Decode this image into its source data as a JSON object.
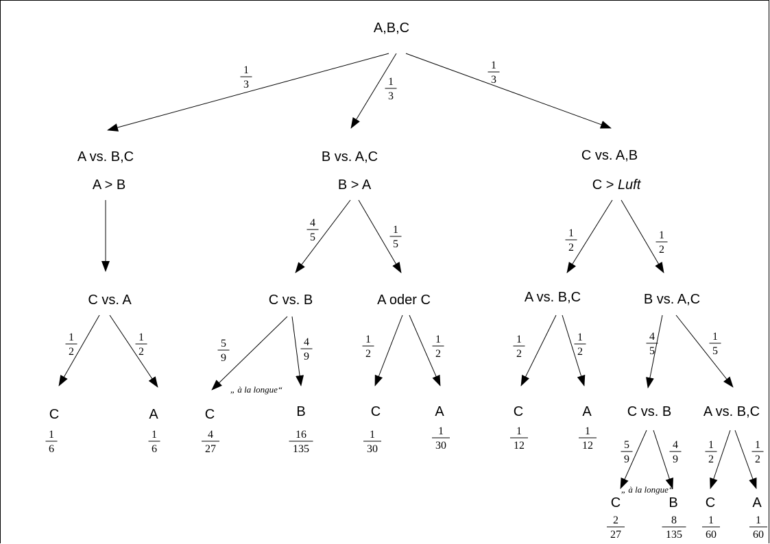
{
  "root": "A,B,C",
  "nodes": {
    "n_a": "A vs. B,C",
    "n_a_rel": "A > B",
    "n_b": "B vs. A,C",
    "n_b_rel": "B > A",
    "n_c": "C vs. A,B",
    "n_c_rel_prefix": "C > ",
    "n_c_rel_italic": "Luft",
    "n_ca": "C vs. A",
    "n_cb1": "C vs. B",
    "n_aoc": "A oder C",
    "n_abc2": "A vs. B,C",
    "n_bac2": "B vs. A,C",
    "n_cb2": "C vs. B",
    "n_abc3": "A vs. B,C"
  },
  "leaves": [
    {
      "label": "C",
      "num": "1",
      "den": "6"
    },
    {
      "label": "A",
      "num": "1",
      "den": "6"
    },
    {
      "label": "C",
      "num": "4",
      "den": "27"
    },
    {
      "label": "B",
      "num": "16",
      "den": "135"
    },
    {
      "label": "C",
      "num": "1",
      "den": "30"
    },
    {
      "label": "A",
      "num": "1",
      "den": "30"
    },
    {
      "label": "C",
      "num": "1",
      "den": "12"
    },
    {
      "label": "A",
      "num": "1",
      "den": "12"
    },
    {
      "label": "C",
      "num": "2",
      "den": "27"
    },
    {
      "label": "B",
      "num": "8",
      "den": "135"
    },
    {
      "label": "C",
      "num": "1",
      "den": "60"
    },
    {
      "label": "A",
      "num": "1",
      "den": "60"
    }
  ],
  "edge_probs": [
    {
      "num": "1",
      "den": "3"
    },
    {
      "num": "1",
      "den": "3"
    },
    {
      "num": "1",
      "den": "3"
    },
    {
      "num": "4",
      "den": "5"
    },
    {
      "num": "1",
      "den": "5"
    },
    {
      "num": "1",
      "den": "2"
    },
    {
      "num": "1",
      "den": "2"
    },
    {
      "num": "1",
      "den": "2"
    },
    {
      "num": "1",
      "den": "2"
    },
    {
      "num": "5",
      "den": "9"
    },
    {
      "num": "4",
      "den": "9"
    },
    {
      "num": "1",
      "den": "2"
    },
    {
      "num": "1",
      "den": "2"
    },
    {
      "num": "1",
      "den": "2"
    },
    {
      "num": "1",
      "den": "2"
    },
    {
      "num": "4",
      "den": "5"
    },
    {
      "num": "1",
      "den": "5"
    },
    {
      "num": "5",
      "den": "9"
    },
    {
      "num": "4",
      "den": "9"
    },
    {
      "num": "1",
      "den": "2"
    },
    {
      "num": "1",
      "den": "2"
    }
  ],
  "notes": {
    "longue": "„ à la longue“"
  }
}
